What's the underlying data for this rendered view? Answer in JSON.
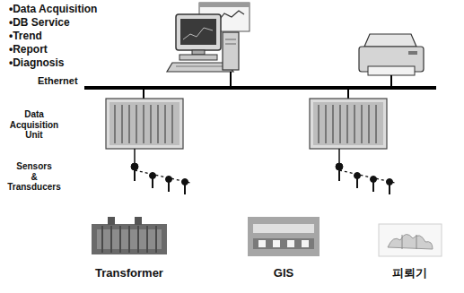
{
  "diagram": {
    "labels": [
      "•Data Acquisition",
      "•DB Service",
      "•Trend",
      "•Report",
      "•Diagnosis",
      "Ethernet",
      "Data Acquisition Unit",
      "Sensors & Transducers",
      "Transformer",
      "GIS",
      "피뢰기"
    ]
  }
}
